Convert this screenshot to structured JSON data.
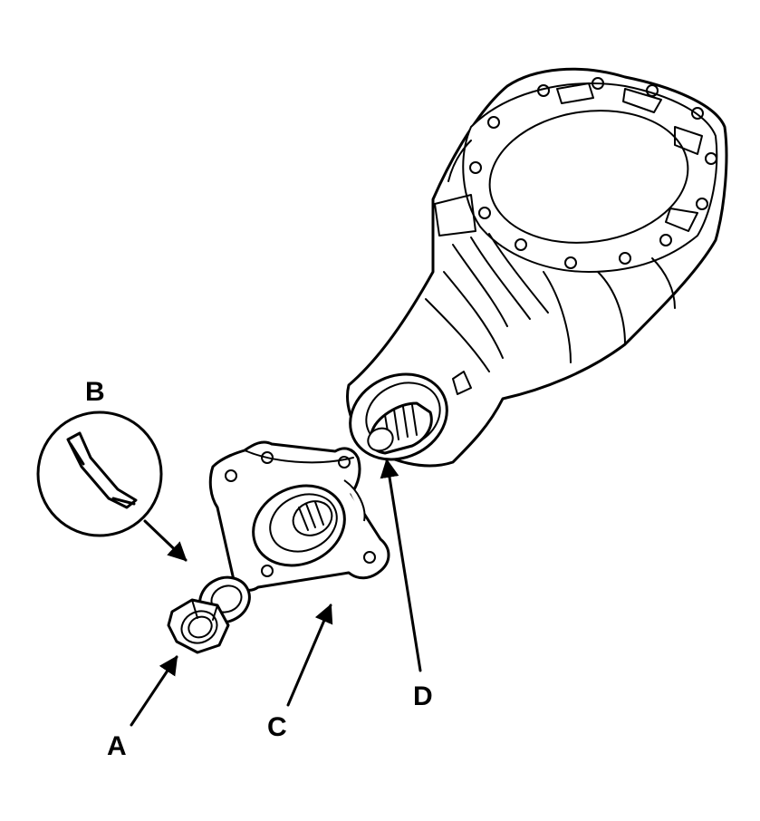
{
  "labels": {
    "a": "A",
    "b": "B",
    "c": "C",
    "d": "D"
  },
  "parts": {
    "a": "lock-nut",
    "b": "nut-stake-detail",
    "c": "companion-flange",
    "d": "pinion-shaft"
  },
  "colors": {
    "line": "#000000",
    "background": "#ffffff"
  }
}
